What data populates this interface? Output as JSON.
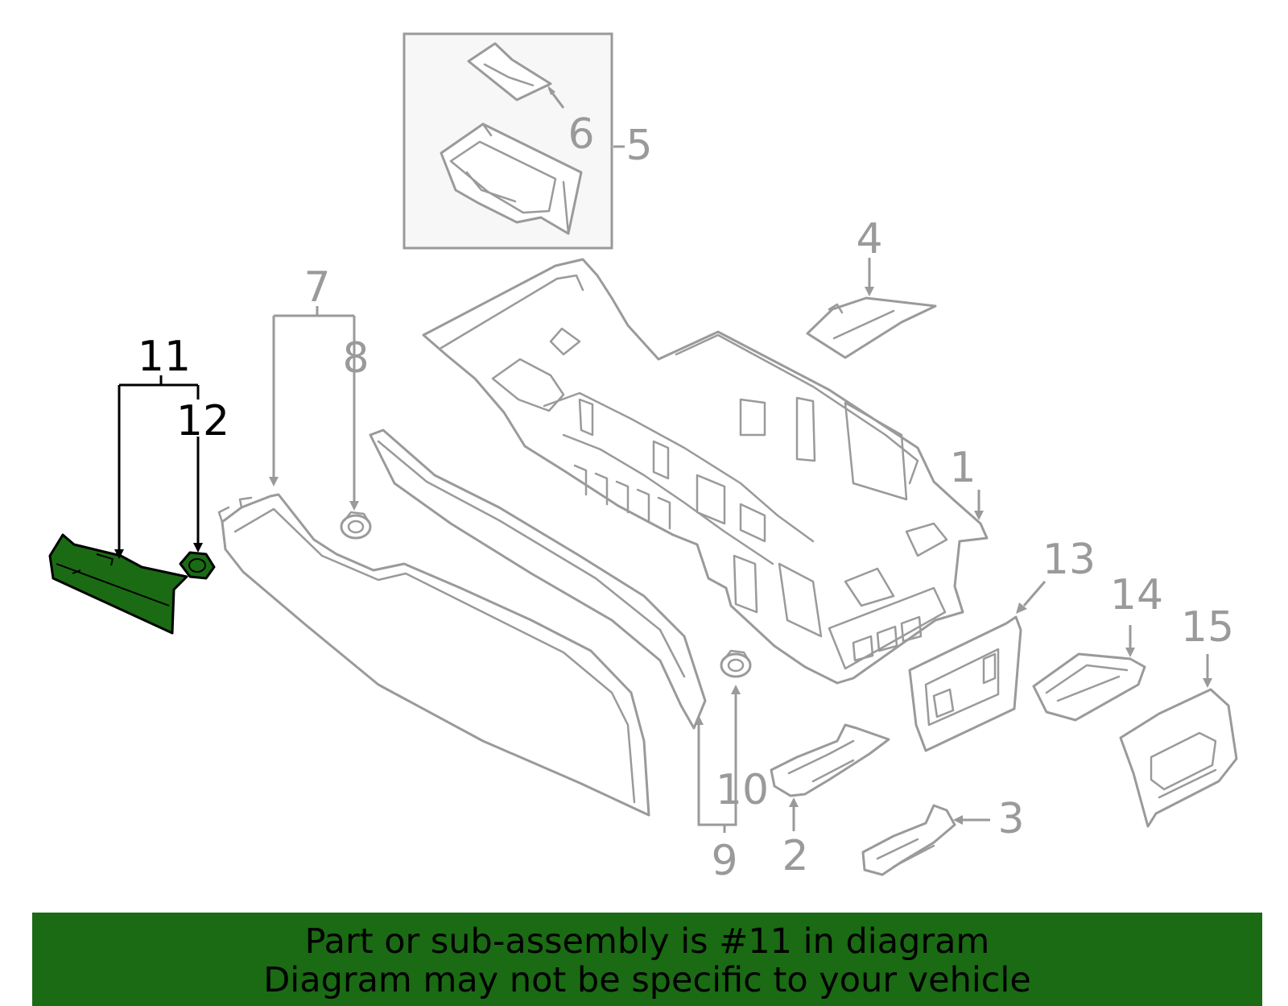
{
  "highlight_color": "#1b6a14",
  "highlighted_part": "11",
  "callouts": {
    "c1": "1",
    "c2": "2",
    "c3": "3",
    "c4": "4",
    "c5": "5",
    "c6": "6",
    "c7": "7",
    "c8": "8",
    "c9": "9",
    "c10": "10",
    "c11": "11",
    "c12": "12",
    "c13": "13",
    "c14": "14",
    "c15": "15"
  },
  "banner": {
    "line1": "Part or sub-assembly is #11 in diagram",
    "line2": "Diagram may not be specific to your vehicle"
  }
}
